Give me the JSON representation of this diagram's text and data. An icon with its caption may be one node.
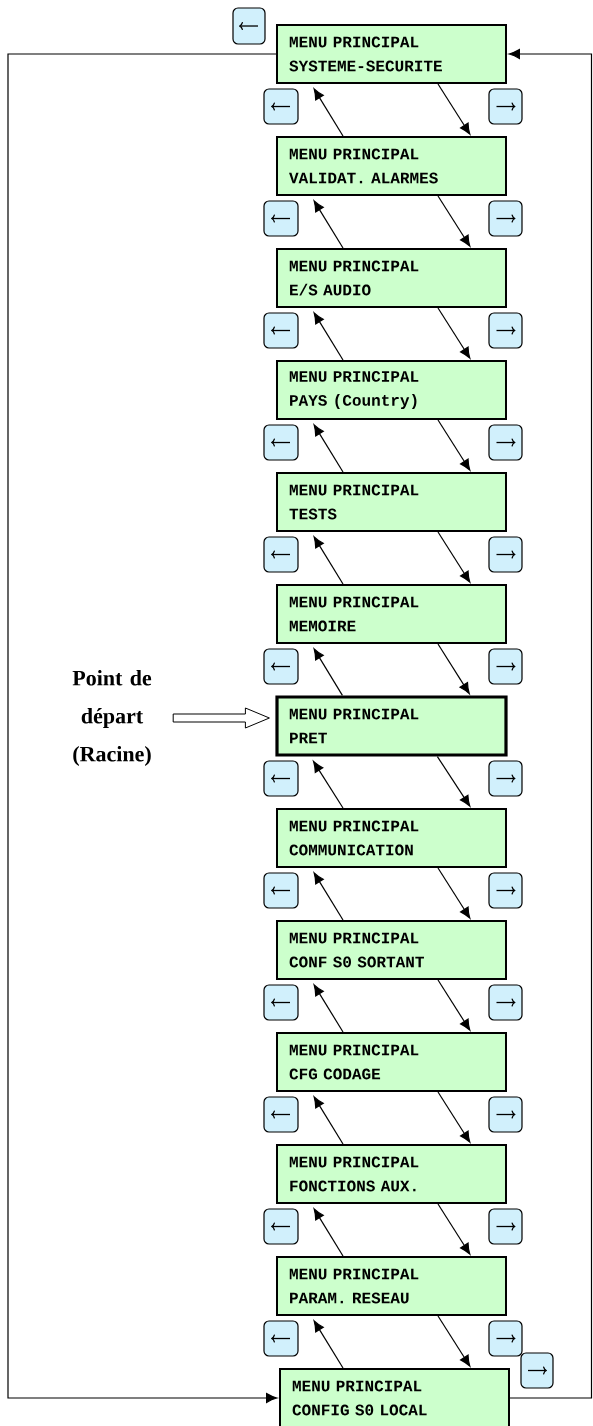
{
  "diagram": {
    "nodes": [
      {
        "text": [
          "MENU PRINCIPAL",
          "SYSTEME-SECURITE"
        ]
      },
      {
        "text": [
          "MENU PRINCIPAL",
          "VALIDAT. ALARMES"
        ]
      },
      {
        "text": [
          "MENU PRINCIPAL",
          "E/S AUDIO"
        ]
      },
      {
        "text": [
          "MENU PRINCIPAL",
          "PAYS (Country)"
        ]
      },
      {
        "text": [
          "MENU PRINCIPAL",
          "TESTS"
        ]
      },
      {
        "text": [
          "MENU PRINCIPAL",
          "MEMOIRE"
        ]
      },
      {
        "text": [
          "MENU PRINCIPAL",
          "PRET"
        ]
      },
      {
        "text": [
          "MENU PRINCIPAL",
          "COMMUNICATION"
        ]
      },
      {
        "text": [
          "MENU PRINCIPAL",
          "CONF S0 SORTANT"
        ]
      },
      {
        "text": [
          "MENU PRINCIPAL",
          "CFG CODAGE"
        ]
      },
      {
        "text": [
          "MENU PRINCIPAL",
          "FONCTIONS AUX."
        ]
      },
      {
        "text": [
          "MENU PRINCIPAL",
          "PARAM. RESEAU"
        ]
      },
      {
        "text": [
          "MENU PRINCIPAL",
          "CONFIG S0 LOCAL"
        ]
      },
      {
        "text": [
          "Point de départ (Racine)"
        ]
      }
    ],
    "edges": [
      {
        "from": 0,
        "to": 1,
        "arrow": "to"
      },
      {
        "from": 1,
        "to": 0,
        "arrow": "to"
      },
      {
        "from": 1,
        "to": 2,
        "arrow": "to"
      },
      {
        "from": 2,
        "to": 1,
        "arrow": "to"
      },
      {
        "from": 2,
        "to": 3,
        "arrow": "to"
      },
      {
        "from": 3,
        "to": 2,
        "arrow": "to"
      },
      {
        "from": 3,
        "to": 4,
        "arrow": "to"
      },
      {
        "from": 4,
        "to": 3,
        "arrow": "to"
      },
      {
        "from": 4,
        "to": 5,
        "arrow": "to"
      },
      {
        "from": 5,
        "to": 4,
        "arrow": "to"
      },
      {
        "from": 5,
        "to": 6,
        "arrow": "to"
      },
      {
        "from": 6,
        "to": 5,
        "arrow": "to"
      },
      {
        "from": 6,
        "to": 7,
        "arrow": "to"
      },
      {
        "from": 7,
        "to": 6,
        "arrow": "to"
      },
      {
        "from": 7,
        "to": 8,
        "arrow": "to"
      },
      {
        "from": 8,
        "to": 7,
        "arrow": "to"
      },
      {
        "from": 8,
        "to": 9,
        "arrow": "to"
      },
      {
        "from": 9,
        "to": 8,
        "arrow": "to"
      },
      {
        "from": 9,
        "to": 10,
        "arrow": "to"
      },
      {
        "from": 10,
        "to": 9,
        "arrow": "to"
      },
      {
        "from": 10,
        "to": 11,
        "arrow": "to"
      },
      {
        "from": 11,
        "to": 10,
        "arrow": "to"
      },
      {
        "from": 11,
        "to": 12,
        "arrow": "to"
      },
      {
        "from": 12,
        "to": 11,
        "arrow": "to"
      },
      {
        "from": 0,
        "to": 12,
        "arrow": "to"
      },
      {
        "from": 12,
        "to": 0,
        "arrow": "to"
      },
      {
        "from": 13,
        "to": 6,
        "arrow": "to"
      }
    ]
  }
}
